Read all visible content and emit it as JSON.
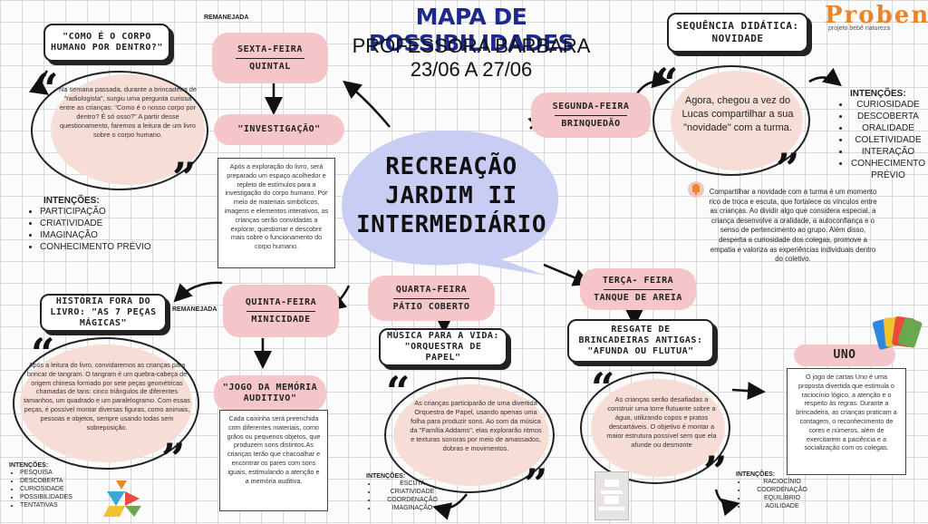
{
  "header": {
    "title": "MAPA DE POSSIBILIDADES",
    "subtitle": "PROFESSORA BÁRBARA",
    "dates": "23/06 A 27/06"
  },
  "logo": {
    "name": "Proben",
    "tagline": "projeto bebê natureza"
  },
  "center": {
    "line1": "RECREAÇÃO",
    "line2": "JARDIM II",
    "line3": "INTERMEDIÁRIO"
  },
  "tags": {
    "remanejada_1": "REMANEJADA",
    "remanejada_2": "REMANEJADA"
  },
  "sexta": {
    "day": "SEXTA-FEIRA",
    "place": "QUINTAL",
    "question": "\"COMO É O CORPO HUMANO POR DENTRO?\"",
    "story": "Na semana passada, durante a brincadeira de \"radiologista\", surgiu uma pergunta curiosa entre as crianças: \"Como é o nosso corpo por dentro? É só osso?\" A partir desse questionamento, faremos a leitura de um livro sobre o corpo humano.",
    "activity": "\"INVESTIGAÇÃO\"",
    "desc": "Após a exploração do livro, será preparado um espaço acolhedor e repleto de estímulos para a investigação do corpo humano. Por meio de materiais simbólicos, imagens e elementos interativos, as crianças serão convidadas a explorar, questionar e descobrir mais sobre o funcionamento do corpo humano.",
    "intencoes_title": "INTENÇÕES:",
    "intencoes": [
      "PARTICIPAÇÃO",
      "CRIATIVIDADE",
      "IMAGINAÇÃO",
      "CONHECIMENTO PRÉVIO"
    ]
  },
  "segunda": {
    "day": "SEGUNDA-FEIRA",
    "place": "BRINQUEDÃO",
    "title": "SEQUÊNCIA DIDÁTICA: NOVIDADE",
    "quote": "Agora, chegou a vez do Lucas compartilhar a sua \"novidade\" com a turma.",
    "desc": "Compartilhar a novidade com a turma é um momento rico de troca e escuta, que fortalece os vínculos entre as crianças. Ao dividir algo que considera especial, a criança desenvolve a oralidade, a autoconfiança e o senso de pertencimento ao grupo. Além disso, desperta a curiosidade dos colegas, promove a empatia e valoriza as experiências individuais dentro do coletivo.",
    "intencoes_title": "INTENÇÕES:",
    "intencoes": [
      "CURIOSIDADE",
      "DESCOBERTA",
      "ORALIDADE",
      "COLETIVIDADE",
      "INTERAÇÃO",
      "CONHECIMENTO PRÉVIO"
    ]
  },
  "quinta": {
    "day": "QUINTA-FEIRA",
    "place": "MINICIDADE",
    "title": "HISTÓRIA FORA DO LIVRO: \"AS 7 PEÇAS MÁGICAS\"",
    "story": "Após a leitura do livro, convidaremos as crianças para brincar de tangram. O tangram é um quebra-cabeça de origem chinesa formado por sete peças geométricas chamadas de tans: cinco triângulos de diferentes tamanhos, um quadrado e um paralelogramo. Com essas peças, é possível montar diversas figuras, como animais, pessoas e objetos, sempre usando todas sem sobreposição.",
    "activity": "\"JOGO DA MEMÓRIA AUDITIVO\"",
    "desc": "Cada caixinha será preenchida com diferentes materiais, como grãos ou pequenos objetos, que produzem sons distintos.As crianças terão que chacoalhar e encontrar os pares com sons iguais, estimulando a atenção e a memória auditiva.",
    "intencoes_title": "INTENÇÕES:",
    "intencoes": [
      "PESQUISA",
      "DESCOBERTA",
      "CURIOSIDADE",
      "POSSIBILIDADES",
      "TENTATIVAS"
    ]
  },
  "quarta": {
    "day": "QUARTA-FEIRA",
    "place": "PÁTIO COBERTO",
    "title": "MÚSICA PARA A VIDA: \"ORQUESTRA DE PAPEL\"",
    "desc": "As crianças participarão de uma divertida Orquestra de Papel, usando apenas uma folha para produzir sons. Ao som da música da \"Família Addams\", elas explorarão ritmos e texturas sonoras por meio de amassados, dobras e movimentos.",
    "intencoes_title": "INTENÇÕES:",
    "intencoes": [
      "ESCUTA",
      "CRIATIVIDADE",
      "COORDENAÇÃO",
      "IMAGINAÇÃO"
    ]
  },
  "terca": {
    "day": "TERÇA- FEIRA",
    "place": "TANQUE DE AREIA",
    "title": "RESGATE DE BRINCADEIRAS ANTIGAS: \"AFUNDA OU FLUTUA\"",
    "desc": "As crianças serão desafiadas a construir uma torre flutuante sobre a água, utilizando copos e pratos descartáveis. O objetivo é montar a maior estrutura possível sem que ela afunde ou desmonte",
    "intencoes_title": "INTENÇÕES:",
    "intencoes": [
      "RACIOCÍNIO",
      "COORDENAÇÃO",
      "EQUILÍBRIO",
      "AGILIDADE"
    ]
  },
  "uno": {
    "title": "UNO",
    "desc": "O jogo de cartas Uno é uma proposta divertida que estimula o raciocínio lógico, a atenção e o respeito às regras. Durante a brincadeira, as crianças praticam a contagem, o reconhecimento de cores e números, além de exercitarem a paciência e a socialização com os colegas."
  },
  "colors": {
    "pink": "#f4c6c9",
    "blob": "#f6ded7",
    "center": "#c9cdf3",
    "navy": "#1e2a8a",
    "orange": "#e9842a"
  }
}
